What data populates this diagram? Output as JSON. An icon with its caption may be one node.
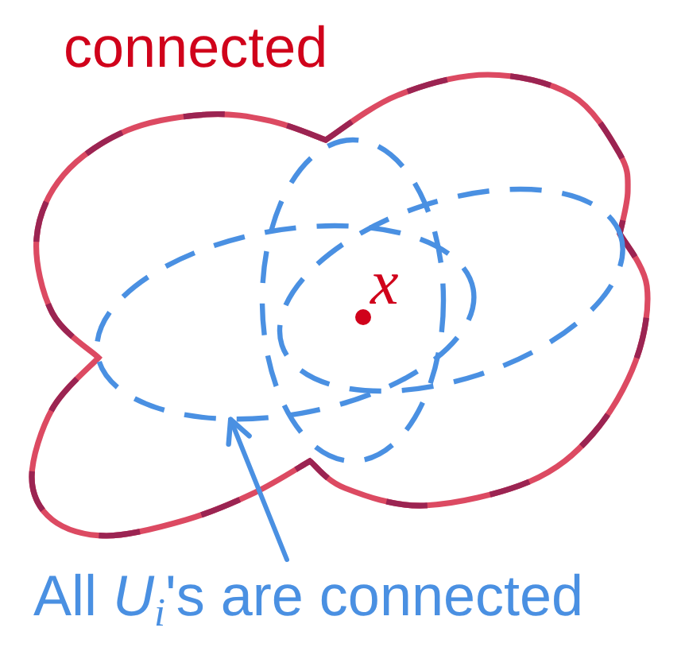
{
  "diagram": {
    "nodes": [
      {
        "text": [
          "connected"
        ]
      },
      {
        "text": [],
        "shape": "ellipse",
        "in": 0
      },
      {
        "text": [],
        "shape": "ellipse",
        "in": 0
      },
      {
        "text": [],
        "shape": "ellipse",
        "in": 0
      },
      {
        "text": [
          "All *U*$_{i}$'s are connected"
        ]
      }
    ],
    "edges": [
      {
        "from": 4,
        "to": 1,
        "arrow": "to"
      }
    ],
    "labels": [
      "x"
    ]
  }
}
